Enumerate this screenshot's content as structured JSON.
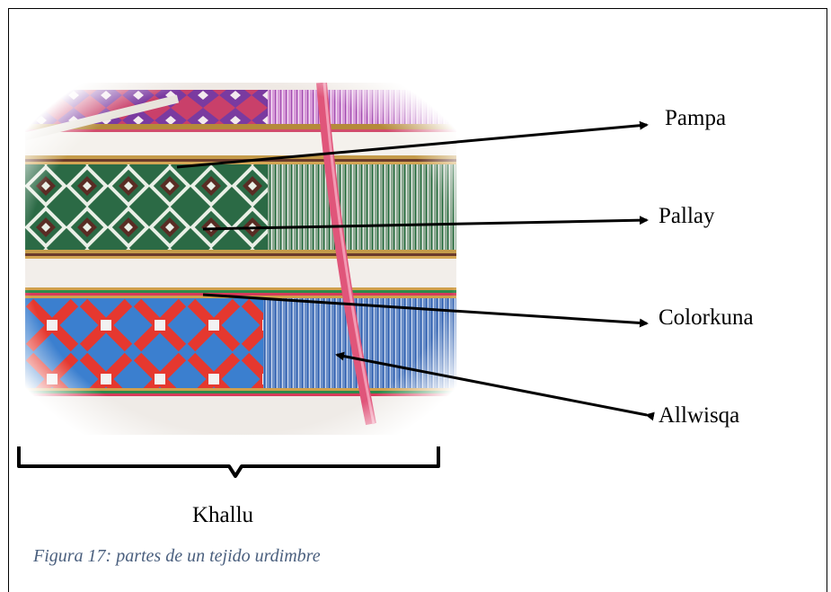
{
  "labels": {
    "pampa": "Pampa",
    "pallay": "Pallay",
    "colorkuna": "Colorkuna",
    "allwisqa": "Allwisqa",
    "khallu": "Khallu"
  },
  "caption": "Figura 17: partes de un tejido urdimbre",
  "colors": {
    "caption": "#4a5f7e",
    "arrow": "#000000"
  }
}
